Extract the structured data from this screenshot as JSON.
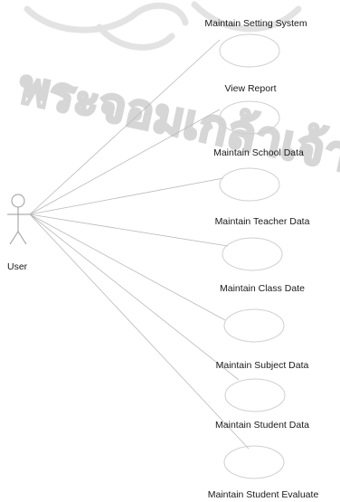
{
  "actor": {
    "name": "User"
  },
  "use_cases": [
    "Maintain Setting System",
    "View Report",
    "Maintain School Data",
    "Maintain Teacher Data",
    "Maintain Class Date",
    "Maintain Subject Data",
    "Maintain Student Data",
    "Maintain Student Evaluate"
  ],
  "watermark": {
    "text": "พระจอมเกล้าเจ้า"
  },
  "colors": {
    "line": "#b8b8b8",
    "ellipse": "#cfcfcf",
    "watermark": "#d6d6d6",
    "text": "#1a1a1a"
  }
}
